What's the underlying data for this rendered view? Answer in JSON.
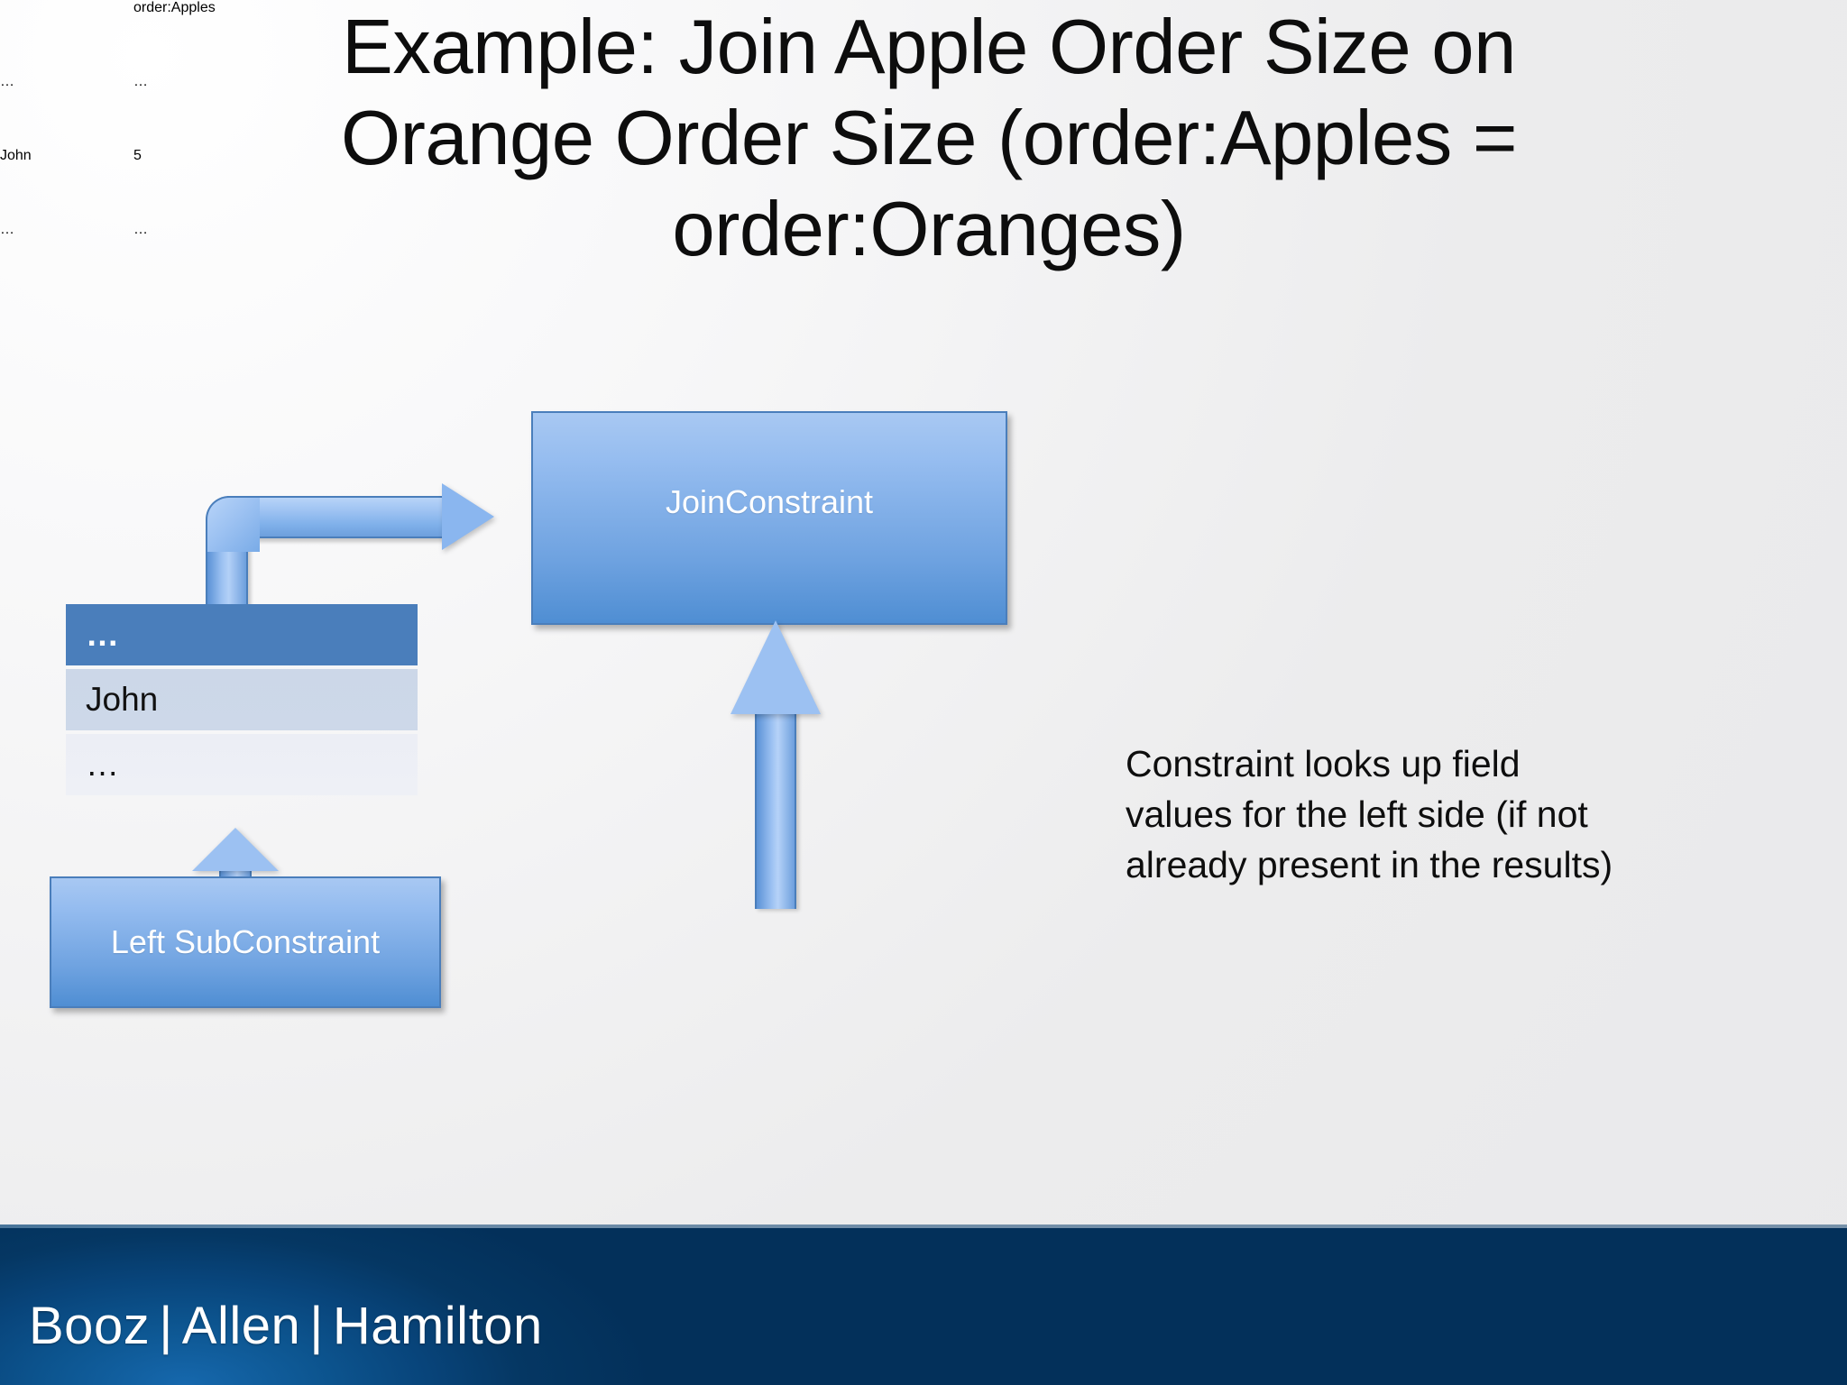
{
  "slide": {
    "title_lines": [
      "Example: Join Apple Order Size on",
      "Orange Order Size (order:Apples =",
      "order:Oranges)"
    ],
    "colors": {
      "box_border": "#4a7ebb",
      "box_fill_top": "#a8c8f2",
      "box_fill_bottom": "#4f8ed3",
      "table_header": "#4a7ebb",
      "row_shade_a": "#ccd7e8",
      "row_shade_b": "#eceef5",
      "footer_navy": "#03305a",
      "footer_glow": "#1668ad",
      "text": "#0d0d0d"
    }
  },
  "diagram": {
    "join_constraint_box": {
      "label": "JoinConstraint"
    },
    "left_subconstraint_box": {
      "label": "Left SubConstraint"
    },
    "left_table": {
      "header": "…",
      "rows": [
        "John",
        "…"
      ]
    },
    "apples_table": {
      "headers": [
        "",
        "order:Apples"
      ],
      "rows": [
        [
          "…",
          "…"
        ],
        [
          "John",
          "5"
        ],
        [
          "…",
          "…"
        ]
      ]
    },
    "connectors": {
      "elbow_label": "left-table-to-joinconstraint",
      "big_arrow_label": "apples-table-to-joinconstraint",
      "small_arrow_label": "subconstraint-to-left-table"
    }
  },
  "note": {
    "lines": [
      "Constraint looks up field",
      "values for the left side (if not",
      "already present in the results)"
    ]
  },
  "footer": {
    "logo_parts": [
      "Booz",
      "Allen",
      "Hamilton"
    ],
    "separator": "|"
  }
}
